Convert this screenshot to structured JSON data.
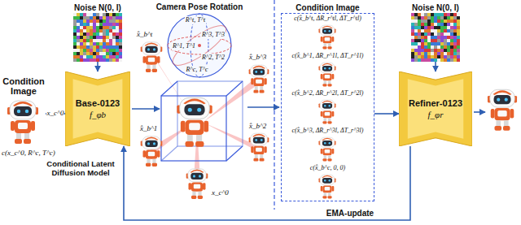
{
  "diagram": {
    "nodes": [
      {
        "text": [
          "Noise N(0, I)"
        ]
      },
      {
        "text": [
          "Condition Image"
        ]
      },
      {
        "text": [
          "Base-0123",
          "f_φb"
        ]
      },
      {
        "text": [
          "Camera Pose Rotation"
        ]
      },
      {
        "text": [
          "Condition Image",
          "c(x̂_b^t, ΔR_r^tl, ΔT_r^tl)",
          "c(x̂_b^1, ΔR_r^1l, ΔT_r^1l)",
          "c(x̂_b^2, ΔR_r^2l, ΔT_r^2l)",
          "c(x̂_b^3, ΔR_r^3l, ΔT_r^3l)",
          "c(x̂_b^c, 0, 0)"
        ]
      },
      {
        "text": [
          "Noise N(0, I)"
        ]
      },
      {
        "text": [
          "Refiner-0123",
          "f_φr"
        ]
      }
    ],
    "edges": [
      {
        "from": 0,
        "to": 2,
        "arrow": "to"
      },
      {
        "from": 1,
        "to": 2,
        "arrow": "to",
        "label": "x_c^0"
      },
      {
        "from": 4,
        "to": 6,
        "arrow": "to"
      },
      {
        "from": 5,
        "to": 6,
        "arrow": "to"
      },
      {
        "from": 6,
        "to": 2,
        "arrow": "to",
        "label": "EMA-update"
      }
    ],
    "labels": [
      "c(x_c^0, R^c, T^c)",
      "Conditional Latent Diffusion Model",
      "x̂_b^t",
      "x̂_b^3",
      "x̂_b^1",
      "x̂_b^2",
      "x_c^0",
      "R^t, T^t",
      "R^3, T^3",
      "R^1, T^1",
      "R^2, T^2",
      "R^c, T^c"
    ]
  }
}
